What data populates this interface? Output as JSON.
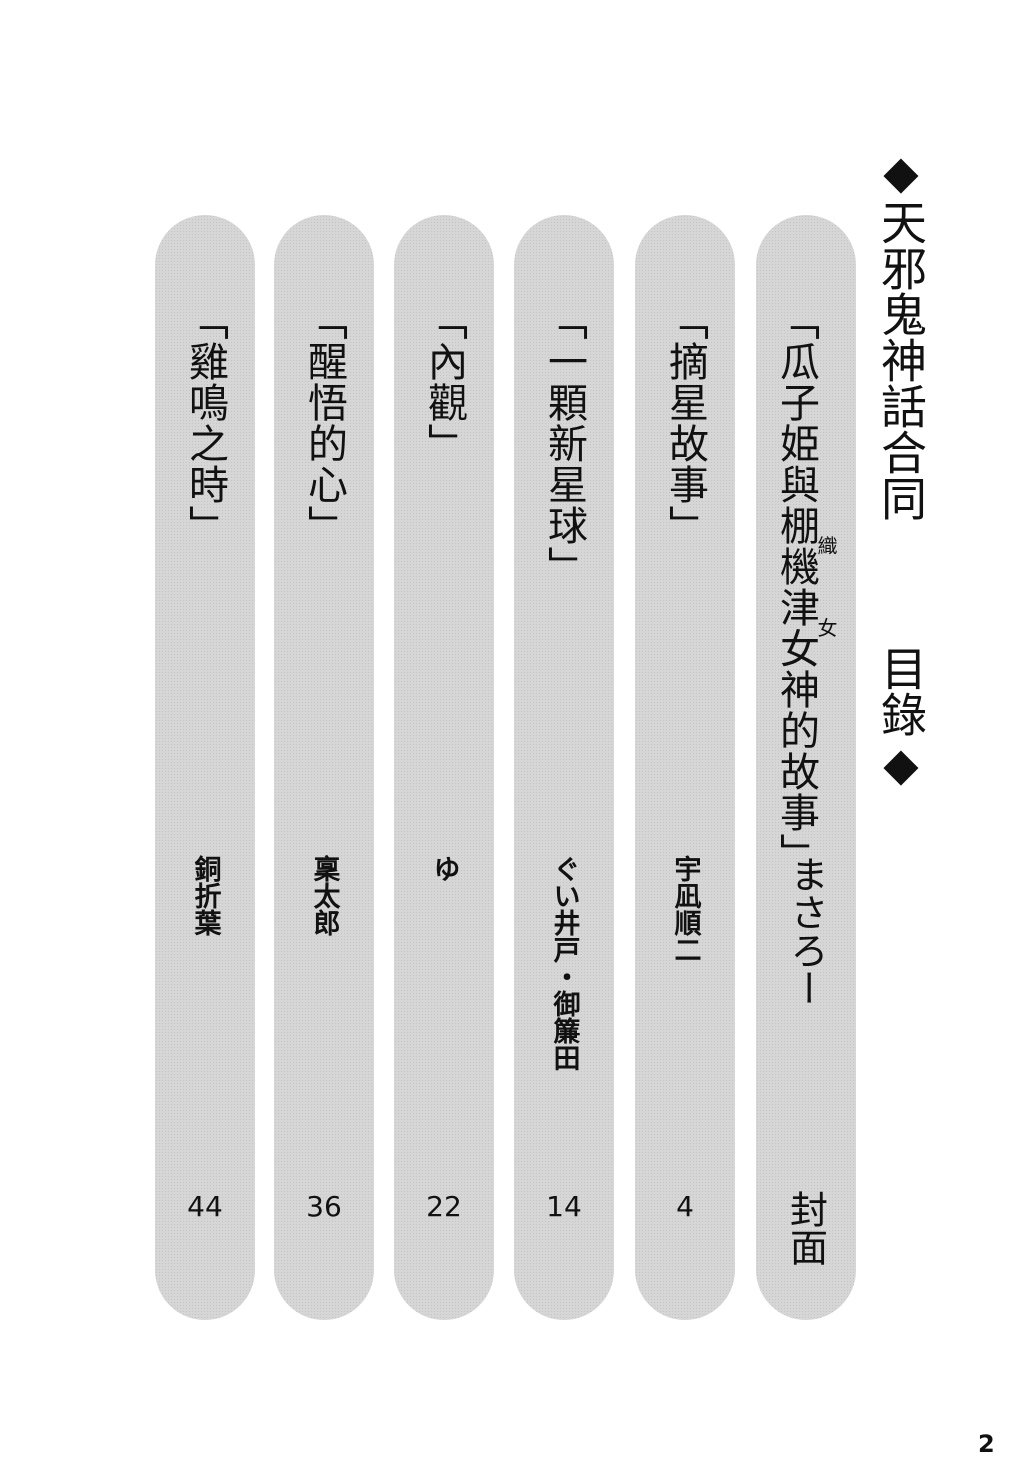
{
  "heading": {
    "part1": "◆天邪鬼神話合同",
    "part2": "目錄◆"
  },
  "entries": [
    {
      "title_pre": "「瓜子姫與",
      "ruby1_base": "棚機",
      "ruby1_text": "織",
      "ruby2_base": "津女",
      "ruby2_text": "女",
      "title_post": "神的故事」",
      "author": "まさろー",
      "page": "封面"
    },
    {
      "title": "「摘星故事」",
      "author": "宇凪順二",
      "page": "4"
    },
    {
      "title": "「一顆新星球」",
      "author": "ぐい井戸・御簾田",
      "page": "14"
    },
    {
      "title": "「內觀」",
      "author": "ゆ",
      "page": "22"
    },
    {
      "title": "「醒悟的心」",
      "author": "稟太郎",
      "page": "36"
    },
    {
      "title": "「雞鳴之時」",
      "author": "銅折葉",
      "page": "44"
    }
  ],
  "page_number": "2"
}
